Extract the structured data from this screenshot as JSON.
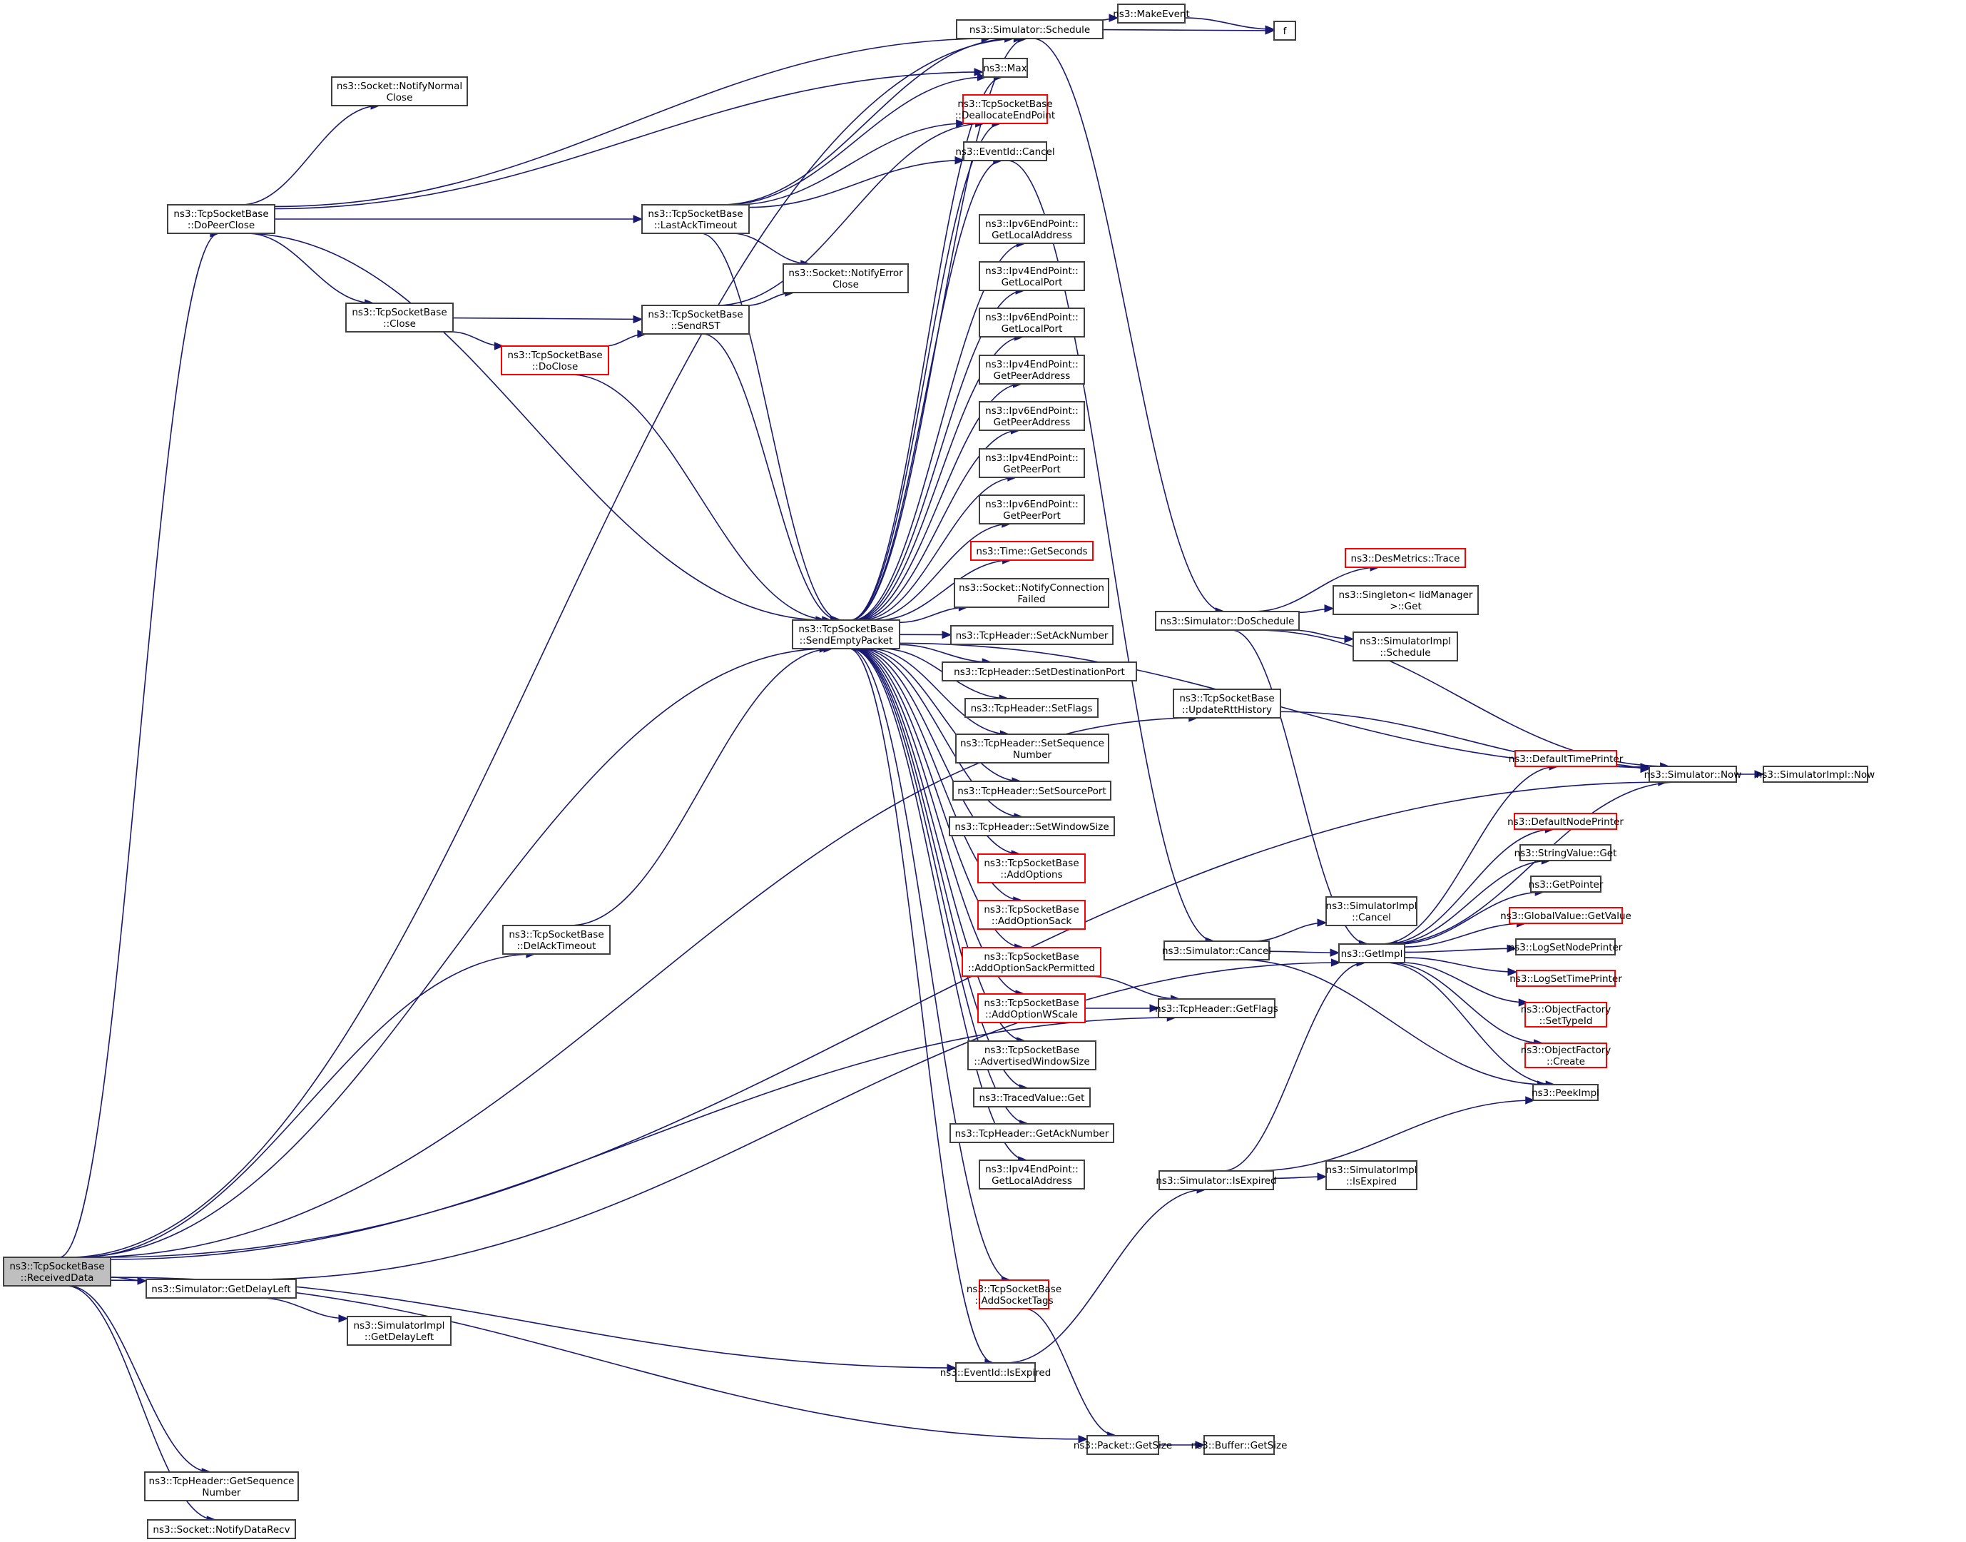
{
  "title": "ns3::TcpSocketBase::ReceivedData call graph",
  "colors": {
    "edge": "#191970",
    "node_border": "#404040",
    "external_border": "#ff0000",
    "root_fill": "#bfbfbf"
  },
  "nodes": [
    {
      "id": "received",
      "lines": [
        "ns3::TcpSocketBase",
        "::ReceivedData"
      ],
      "kind": "root"
    },
    {
      "id": "dopeerclose",
      "lines": [
        "ns3::TcpSocketBase",
        "::DoPeerClose"
      ],
      "kind": "normal"
    },
    {
      "id": "notifynormalclose",
      "lines": [
        "ns3::Socket::NotifyNormal",
        "Close"
      ],
      "kind": "normal"
    },
    {
      "id": "close",
      "lines": [
        "ns3::TcpSocketBase",
        "::Close"
      ],
      "kind": "normal"
    },
    {
      "id": "doclose",
      "lines": [
        "ns3::TcpSocketBase",
        "::DoClose"
      ],
      "kind": "red"
    },
    {
      "id": "lastacktimeout",
      "lines": [
        "ns3::TcpSocketBase",
        "::LastAckTimeout"
      ],
      "kind": "normal"
    },
    {
      "id": "sendrst",
      "lines": [
        "ns3::TcpSocketBase",
        "::SendRST"
      ],
      "kind": "normal"
    },
    {
      "id": "notifyerrorclose",
      "lines": [
        "ns3::Socket::NotifyError",
        "Close"
      ],
      "kind": "normal"
    },
    {
      "id": "delacktimeout",
      "lines": [
        "ns3::TcpSocketBase",
        "::DelAckTimeout"
      ],
      "kind": "normal"
    },
    {
      "id": "sendempty",
      "lines": [
        "ns3::TcpSocketBase",
        "::SendEmptyPacket"
      ],
      "kind": "normal"
    },
    {
      "id": "getdelayleft",
      "lines": [
        "ns3::Simulator::GetDelayLeft"
      ],
      "kind": "normal"
    },
    {
      "id": "implgetdelayleft",
      "lines": [
        "ns3::SimulatorImpl",
        "::GetDelayLeft"
      ],
      "kind": "normal"
    },
    {
      "id": "getseqnum",
      "lines": [
        "ns3::TcpHeader::GetSequence",
        "Number"
      ],
      "kind": "normal"
    },
    {
      "id": "notifydatarecv",
      "lines": [
        "ns3::Socket::NotifyDataRecv"
      ],
      "kind": "normal"
    },
    {
      "id": "schedule",
      "lines": [
        "ns3::Simulator::Schedule"
      ],
      "kind": "normal"
    },
    {
      "id": "makeevent",
      "lines": [
        "ns3::MakeEvent"
      ],
      "kind": "normal"
    },
    {
      "id": "f",
      "lines": [
        "f"
      ],
      "kind": "normal"
    },
    {
      "id": "max",
      "lines": [
        "ns3::Max"
      ],
      "kind": "normal"
    },
    {
      "id": "dealloc",
      "lines": [
        "ns3::TcpSocketBase",
        "::DeallocateEndPoint"
      ],
      "kind": "red"
    },
    {
      "id": "eventcancel",
      "lines": [
        "ns3::EventId::Cancel"
      ],
      "kind": "normal"
    },
    {
      "id": "ip6localaddr",
      "lines": [
        "ns3::Ipv6EndPoint::",
        "GetLocalAddress"
      ],
      "kind": "normal"
    },
    {
      "id": "ip4localport",
      "lines": [
        "ns3::Ipv4EndPoint::",
        "GetLocalPort"
      ],
      "kind": "normal"
    },
    {
      "id": "ip6localport",
      "lines": [
        "ns3::Ipv6EndPoint::",
        "GetLocalPort"
      ],
      "kind": "normal"
    },
    {
      "id": "ip4peeraddr",
      "lines": [
        "ns3::Ipv4EndPoint::",
        "GetPeerAddress"
      ],
      "kind": "normal"
    },
    {
      "id": "ip6peeraddr",
      "lines": [
        "ns3::Ipv6EndPoint::",
        "GetPeerAddress"
      ],
      "kind": "normal"
    },
    {
      "id": "ip4peerport",
      "lines": [
        "ns3::Ipv4EndPoint::",
        "GetPeerPort"
      ],
      "kind": "normal"
    },
    {
      "id": "ip6peerport",
      "lines": [
        "ns3::Ipv6EndPoint::",
        "GetPeerPort"
      ],
      "kind": "normal"
    },
    {
      "id": "getseconds",
      "lines": [
        "ns3::Time::GetSeconds"
      ],
      "kind": "red"
    },
    {
      "id": "notifyconnfailed",
      "lines": [
        "ns3::Socket::NotifyConnection",
        "Failed"
      ],
      "kind": "normal"
    },
    {
      "id": "setacknum",
      "lines": [
        "ns3::TcpHeader::SetAckNumber"
      ],
      "kind": "normal"
    },
    {
      "id": "setdestport",
      "lines": [
        "ns3::TcpHeader::SetDestinationPort"
      ],
      "kind": "normal"
    },
    {
      "id": "setflags",
      "lines": [
        "ns3::TcpHeader::SetFlags"
      ],
      "kind": "normal"
    },
    {
      "id": "setseqnum",
      "lines": [
        "ns3::TcpHeader::SetSequence",
        "Number"
      ],
      "kind": "normal"
    },
    {
      "id": "setsrcport",
      "lines": [
        "ns3::TcpHeader::SetSourcePort"
      ],
      "kind": "normal"
    },
    {
      "id": "setwinsize",
      "lines": [
        "ns3::TcpHeader::SetWindowSize"
      ],
      "kind": "normal"
    },
    {
      "id": "addoptions",
      "lines": [
        "ns3::TcpSocketBase",
        "::AddOptions"
      ],
      "kind": "red"
    },
    {
      "id": "addoptionsack",
      "lines": [
        "ns3::TcpSocketBase",
        "::AddOptionSack"
      ],
      "kind": "red"
    },
    {
      "id": "addoptionsackperm",
      "lines": [
        "ns3::TcpSocketBase",
        "::AddOptionSackPermitted"
      ],
      "kind": "red"
    },
    {
      "id": "addoptionwscale",
      "lines": [
        "ns3::TcpSocketBase",
        "::AddOptionWScale"
      ],
      "kind": "red"
    },
    {
      "id": "advwinsize",
      "lines": [
        "ns3::TcpSocketBase",
        "::AdvertisedWindowSize"
      ],
      "kind": "normal"
    },
    {
      "id": "tracedget",
      "lines": [
        "ns3::TracedValue::Get"
      ],
      "kind": "normal"
    },
    {
      "id": "getacknum",
      "lines": [
        "ns3::TcpHeader::GetAckNumber"
      ],
      "kind": "normal"
    },
    {
      "id": "ip4localaddr",
      "lines": [
        "ns3::Ipv4EndPoint::",
        "GetLocalAddress"
      ],
      "kind": "normal"
    },
    {
      "id": "addsockettags",
      "lines": [
        "ns3::TcpSocketBase",
        "::AddSocketTags"
      ],
      "kind": "red"
    },
    {
      "id": "eventisexpired",
      "lines": [
        "ns3::EventId::IsExpired"
      ],
      "kind": "normal"
    },
    {
      "id": "packetgetsize",
      "lines": [
        "ns3::Packet::GetSize"
      ],
      "kind": "normal"
    },
    {
      "id": "buffergetsize",
      "lines": [
        "ns3::Buffer::GetSize"
      ],
      "kind": "normal"
    },
    {
      "id": "doschedule",
      "lines": [
        "ns3::Simulator::DoSchedule"
      ],
      "kind": "normal"
    },
    {
      "id": "destrace",
      "lines": [
        "ns3::DesMetrics::Trace"
      ],
      "kind": "red"
    },
    {
      "id": "singletonget",
      "lines": [
        "ns3::Singleton< IidManager",
        ">::Get"
      ],
      "kind": "normal"
    },
    {
      "id": "implschedule",
      "lines": [
        "ns3::SimulatorImpl",
        "::Schedule"
      ],
      "kind": "normal"
    },
    {
      "id": "updatertt",
      "lines": [
        "ns3::TcpSocketBase",
        "::UpdateRttHistory"
      ],
      "kind": "normal"
    },
    {
      "id": "simcancel",
      "lines": [
        "ns3::Simulator::Cancel"
      ],
      "kind": "normal"
    },
    {
      "id": "implcancel",
      "lines": [
        "ns3::SimulatorImpl",
        "::Cancel"
      ],
      "kind": "normal"
    },
    {
      "id": "getimpl",
      "lines": [
        "ns3::GetImpl"
      ],
      "kind": "normal"
    },
    {
      "id": "getflags",
      "lines": [
        "ns3::TcpHeader::GetFlags"
      ],
      "kind": "normal"
    },
    {
      "id": "simisexpired",
      "lines": [
        "ns3::Simulator::IsExpired"
      ],
      "kind": "normal"
    },
    {
      "id": "implisexpired",
      "lines": [
        "ns3::SimulatorImpl",
        "::IsExpired"
      ],
      "kind": "normal"
    },
    {
      "id": "deftimeprinter",
      "lines": [
        "ns3::DefaultTimePrinter"
      ],
      "kind": "red"
    },
    {
      "id": "defnodeprinter",
      "lines": [
        "ns3::DefaultNodePrinter"
      ],
      "kind": "red"
    },
    {
      "id": "stringvalueget",
      "lines": [
        "ns3::StringValue::Get"
      ],
      "kind": "normal"
    },
    {
      "id": "getpointer",
      "lines": [
        "ns3::GetPointer"
      ],
      "kind": "normal"
    },
    {
      "id": "globalgetvalue",
      "lines": [
        "ns3::GlobalValue::GetValue"
      ],
      "kind": "red"
    },
    {
      "id": "logsetnodeprinter",
      "lines": [
        "ns3::LogSetNodePrinter"
      ],
      "kind": "normal"
    },
    {
      "id": "logsettimeprinter",
      "lines": [
        "ns3::LogSetTimePrinter"
      ],
      "kind": "red"
    },
    {
      "id": "ofsettypeid",
      "lines": [
        "ns3::ObjectFactory",
        "::SetTypeId"
      ],
      "kind": "red"
    },
    {
      "id": "ofcreate",
      "lines": [
        "ns3::ObjectFactory",
        "::Create"
      ],
      "kind": "red"
    },
    {
      "id": "peekimpl",
      "lines": [
        "ns3::PeekImpl"
      ],
      "kind": "normal"
    },
    {
      "id": "simnow",
      "lines": [
        "ns3::Simulator::Now"
      ],
      "kind": "normal"
    },
    {
      "id": "implnow",
      "lines": [
        "ns3::SimulatorImpl::Now"
      ],
      "kind": "normal"
    }
  ],
  "edges": [
    [
      "received",
      "dopeerclose"
    ],
    [
      "received",
      "schedule"
    ],
    [
      "received",
      "sendempty"
    ],
    [
      "received",
      "updatertt"
    ],
    [
      "received",
      "delacktimeout"
    ],
    [
      "received",
      "getdelayleft"
    ],
    [
      "received",
      "eventisexpired"
    ],
    [
      "received",
      "simnow"
    ],
    [
      "received",
      "packetgetsize"
    ],
    [
      "received",
      "getseqnum"
    ],
    [
      "received",
      "notifydatarecv"
    ],
    [
      "received",
      "getflags"
    ],
    [
      "dopeerclose",
      "schedule"
    ],
    [
      "dopeerclose",
      "notifynormalclose"
    ],
    [
      "dopeerclose",
      "max"
    ],
    [
      "dopeerclose",
      "lastacktimeout"
    ],
    [
      "dopeerclose",
      "close"
    ],
    [
      "dopeerclose",
      "sendempty"
    ],
    [
      "close",
      "sendrst"
    ],
    [
      "close",
      "doclose"
    ],
    [
      "doclose",
      "sendrst"
    ],
    [
      "doclose",
      "sendempty"
    ],
    [
      "lastacktimeout",
      "schedule"
    ],
    [
      "lastacktimeout",
      "max"
    ],
    [
      "lastacktimeout",
      "dealloc"
    ],
    [
      "lastacktimeout",
      "eventcancel"
    ],
    [
      "lastacktimeout",
      "notifyerrorclose"
    ],
    [
      "lastacktimeout",
      "sendempty"
    ],
    [
      "sendrst",
      "notifyerrorclose"
    ],
    [
      "sendrst",
      "dealloc"
    ],
    [
      "sendrst",
      "sendempty"
    ],
    [
      "delacktimeout",
      "sendempty"
    ],
    [
      "getdelayleft",
      "implgetdelayleft"
    ],
    [
      "getdelayleft",
      "getimpl"
    ],
    [
      "schedule",
      "makeevent"
    ],
    [
      "schedule",
      "f"
    ],
    [
      "schedule",
      "doschedule"
    ],
    [
      "makeevent",
      "f"
    ],
    [
      "sendempty",
      "schedule"
    ],
    [
      "sendempty",
      "max"
    ],
    [
      "sendempty",
      "dealloc"
    ],
    [
      "sendempty",
      "eventcancel"
    ],
    [
      "sendempty",
      "ip6localaddr"
    ],
    [
      "sendempty",
      "ip4localport"
    ],
    [
      "sendempty",
      "ip6localport"
    ],
    [
      "sendempty",
      "ip4peeraddr"
    ],
    [
      "sendempty",
      "ip6peeraddr"
    ],
    [
      "sendempty",
      "ip4peerport"
    ],
    [
      "sendempty",
      "ip6peerport"
    ],
    [
      "sendempty",
      "getseconds"
    ],
    [
      "sendempty",
      "notifyconnfailed"
    ],
    [
      "sendempty",
      "setacknum"
    ],
    [
      "sendempty",
      "setdestport"
    ],
    [
      "sendempty",
      "setflags"
    ],
    [
      "sendempty",
      "setseqnum"
    ],
    [
      "sendempty",
      "setsrcport"
    ],
    [
      "sendempty",
      "setwinsize"
    ],
    [
      "sendempty",
      "addoptions"
    ],
    [
      "sendempty",
      "addoptionsack"
    ],
    [
      "sendempty",
      "addoptionsackperm"
    ],
    [
      "sendempty",
      "addoptionwscale"
    ],
    [
      "sendempty",
      "advwinsize"
    ],
    [
      "sendempty",
      "tracedget"
    ],
    [
      "sendempty",
      "getacknum"
    ],
    [
      "sendempty",
      "ip4localaddr"
    ],
    [
      "sendempty",
      "addsockettags"
    ],
    [
      "sendempty",
      "eventisexpired"
    ],
    [
      "sendempty",
      "simnow"
    ],
    [
      "eventcancel",
      "simcancel"
    ],
    [
      "addoptionsackperm",
      "getflags"
    ],
    [
      "addoptionwscale",
      "getflags"
    ],
    [
      "addsockettags",
      "packetgetsize"
    ],
    [
      "eventisexpired",
      "simisexpired"
    ],
    [
      "packetgetsize",
      "buffergetsize"
    ],
    [
      "doschedule",
      "destrace"
    ],
    [
      "doschedule",
      "singletonget"
    ],
    [
      "doschedule",
      "implschedule"
    ],
    [
      "doschedule",
      "simnow"
    ],
    [
      "doschedule",
      "getimpl"
    ],
    [
      "updatertt",
      "simnow"
    ],
    [
      "simcancel",
      "implcancel"
    ],
    [
      "simcancel",
      "getimpl"
    ],
    [
      "simcancel",
      "peekimpl"
    ],
    [
      "simisexpired",
      "implisexpired"
    ],
    [
      "simisexpired",
      "getimpl"
    ],
    [
      "simisexpired",
      "peekimpl"
    ],
    [
      "getimpl",
      "deftimeprinter"
    ],
    [
      "getimpl",
      "defnodeprinter"
    ],
    [
      "getimpl",
      "stringvalueget"
    ],
    [
      "getimpl",
      "getpointer"
    ],
    [
      "getimpl",
      "globalgetvalue"
    ],
    [
      "getimpl",
      "logsetnodeprinter"
    ],
    [
      "getimpl",
      "logsettimeprinter"
    ],
    [
      "getimpl",
      "ofsettypeid"
    ],
    [
      "getimpl",
      "ofcreate"
    ],
    [
      "getimpl",
      "peekimpl"
    ],
    [
      "deftimeprinter",
      "simnow"
    ],
    [
      "simnow",
      "getimpl"
    ],
    [
      "simnow",
      "implnow"
    ]
  ]
}
